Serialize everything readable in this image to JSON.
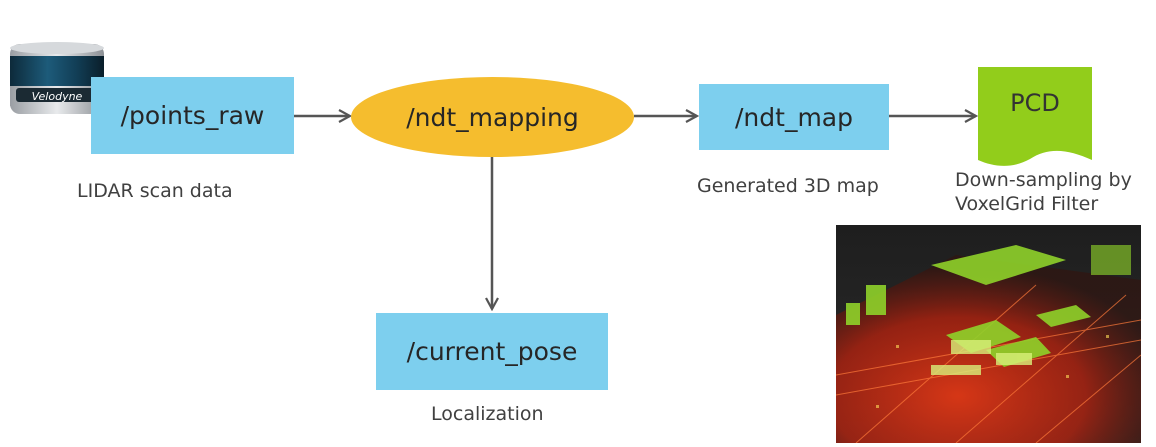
{
  "nodes": {
    "points_raw": "/points_raw",
    "ndt_mapping": "/ndt_mapping",
    "ndt_map": "/ndt_map",
    "current_pose": "/current_pose",
    "pcd": "PCD"
  },
  "captions": {
    "lidar": "LIDAR scan data",
    "generated_map": "Generated 3D map",
    "downsampling_line1": "Down-sampling by",
    "downsampling_line2": "VoxelGrid Filter",
    "localization": "Localization"
  },
  "sensor": {
    "brand": "Velodyne",
    "icon": "lidar-sensor-icon"
  },
  "map_image": {
    "icon": "point-cloud-map-image"
  },
  "colors": {
    "topic_box": "#7dcfee",
    "node_ellipse": "#f5bd2e",
    "pcd_document": "#92cd1b",
    "arrow": "#555555"
  }
}
